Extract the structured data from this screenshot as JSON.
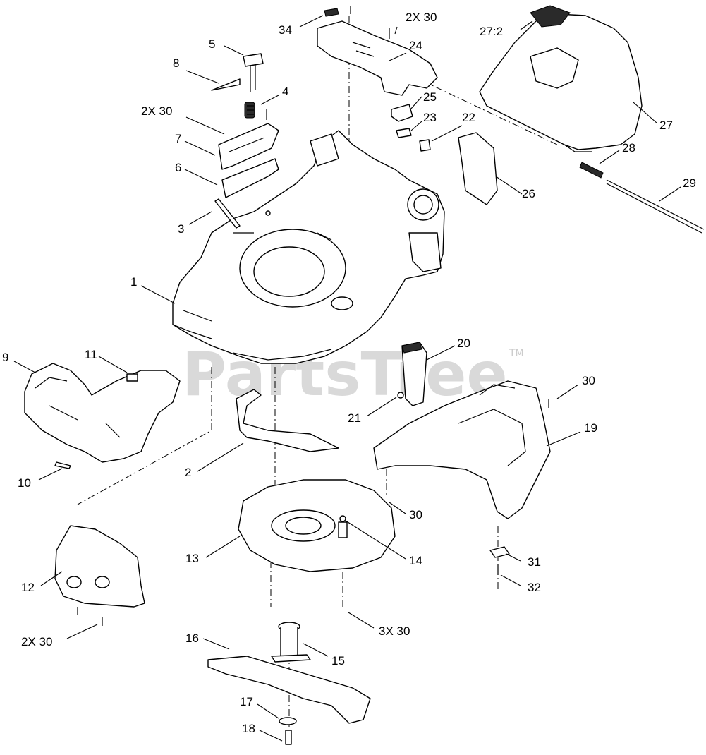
{
  "watermark": {
    "text": "PartsTree",
    "trademark": "TM"
  },
  "callouts": [
    {
      "id": "34",
      "text": "34"
    },
    {
      "id": "2x30-top",
      "text": "2X 30"
    },
    {
      "id": "27-2",
      "text": "27:2"
    },
    {
      "id": "5",
      "text": "5"
    },
    {
      "id": "24",
      "text": "24"
    },
    {
      "id": "8",
      "text": "8"
    },
    {
      "id": "4",
      "text": "4"
    },
    {
      "id": "25",
      "text": "25"
    },
    {
      "id": "2x30-left",
      "text": "2X 30"
    },
    {
      "id": "22",
      "text": "22"
    },
    {
      "id": "23",
      "text": "23"
    },
    {
      "id": "7",
      "text": "7"
    },
    {
      "id": "27",
      "text": "27"
    },
    {
      "id": "28",
      "text": "28"
    },
    {
      "id": "6",
      "text": "6"
    },
    {
      "id": "29",
      "text": "29"
    },
    {
      "id": "26",
      "text": "26"
    },
    {
      "id": "3",
      "text": "3"
    },
    {
      "id": "1",
      "text": "1"
    },
    {
      "id": "20",
      "text": "20"
    },
    {
      "id": "9",
      "text": "9"
    },
    {
      "id": "11",
      "text": "11"
    },
    {
      "id": "30-right",
      "text": "30"
    },
    {
      "id": "21",
      "text": "21"
    },
    {
      "id": "19",
      "text": "19"
    },
    {
      "id": "2",
      "text": "2"
    },
    {
      "id": "10",
      "text": "10"
    },
    {
      "id": "30-mid",
      "text": "30"
    },
    {
      "id": "13",
      "text": "13"
    },
    {
      "id": "14",
      "text": "14"
    },
    {
      "id": "31",
      "text": "31"
    },
    {
      "id": "12",
      "text": "12"
    },
    {
      "id": "32",
      "text": "32"
    },
    {
      "id": "3x30",
      "text": "3X 30"
    },
    {
      "id": "2x30-bottom",
      "text": "2X 30"
    },
    {
      "id": "16",
      "text": "16"
    },
    {
      "id": "15",
      "text": "15"
    },
    {
      "id": "17",
      "text": "17"
    },
    {
      "id": "18",
      "text": "18"
    }
  ]
}
